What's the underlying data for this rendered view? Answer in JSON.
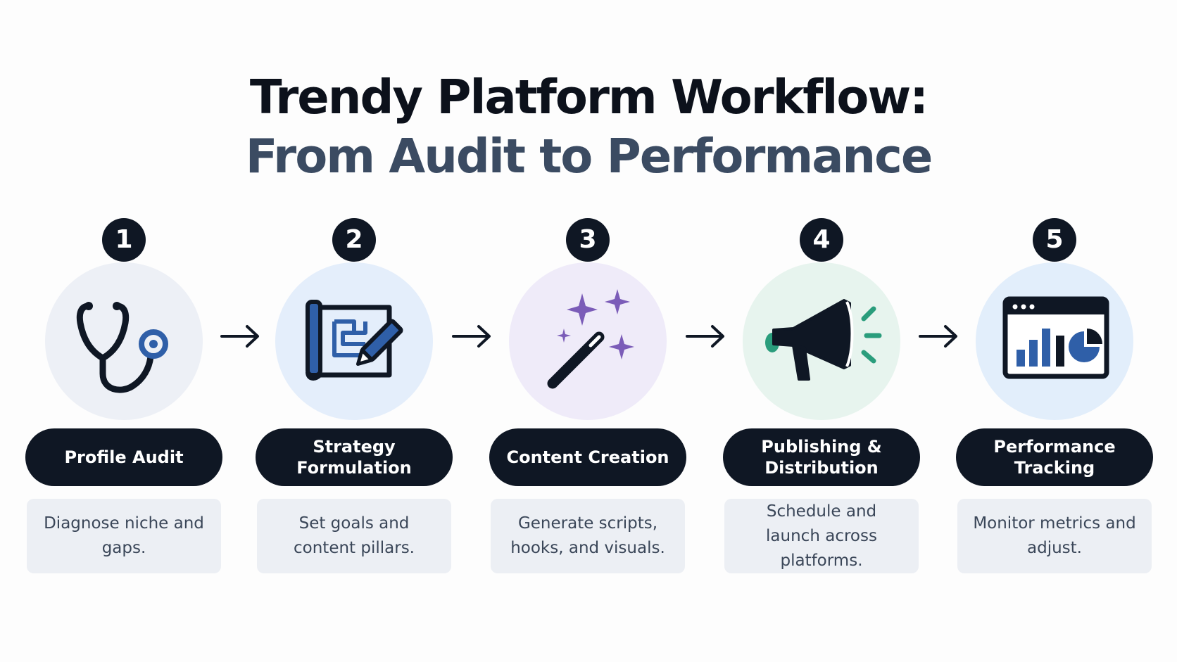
{
  "title": {
    "line1": "Trendy Platform Workflow:",
    "line2": "From Audit to Performance"
  },
  "colors": {
    "dark": "#0f1724",
    "navy_icon": "#1d2b4a",
    "accent_blue": "#2f5fa8",
    "accent_purple": "#7b5cb8",
    "accent_green": "#2a9d7c",
    "circle_1": "#edf0f6",
    "circle_2": "#e4eefb",
    "circle_3": "#efebf9",
    "circle_4": "#e7f4ee",
    "circle_5": "#e2eefb",
    "desc_bg": "#eceff4"
  },
  "steps": [
    {
      "number": "1",
      "icon": "stethoscope-icon",
      "title": "Profile Audit",
      "description": "Diagnose niche and gaps."
    },
    {
      "number": "2",
      "icon": "blueprint-pencil-icon",
      "title": "Strategy Formulation",
      "description": "Set goals and content pillars."
    },
    {
      "number": "3",
      "icon": "magic-wand-icon",
      "title": "Content Creation",
      "description": "Generate scripts, hooks, and visuals."
    },
    {
      "number": "4",
      "icon": "megaphone-icon",
      "title": "Publishing & Distribution",
      "description": "Schedule and launch across platforms."
    },
    {
      "number": "5",
      "icon": "analytics-dashboard-icon",
      "title": "Performance Tracking",
      "description": "Monitor metrics and adjust."
    }
  ],
  "connector_icon": "arrow-right-icon"
}
